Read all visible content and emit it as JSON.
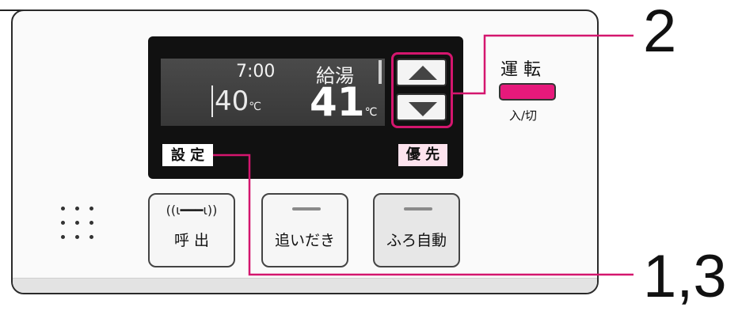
{
  "display": {
    "time": "7:00",
    "mode": "給湯",
    "set_temp": "40",
    "set_unit": "℃",
    "current_temp": "41",
    "current_unit": "℃",
    "settei_label": "設 定",
    "yusen_label": "優 先"
  },
  "buttons": {
    "yobidashi_wave": "((ι━━━ι))",
    "yobidashi": "呼 出",
    "oidaki": "追いだき",
    "furo_jido": "ふろ自動"
  },
  "power": {
    "label": "運 転",
    "sub_label": "入/切",
    "color": "#e6197b"
  },
  "callouts": {
    "arrows": "2",
    "settei": "1,3"
  },
  "accent_color": "#d4166e",
  "icons": [
    "up-arrow-icon",
    "down-arrow-icon",
    "speaker-icon"
  ]
}
